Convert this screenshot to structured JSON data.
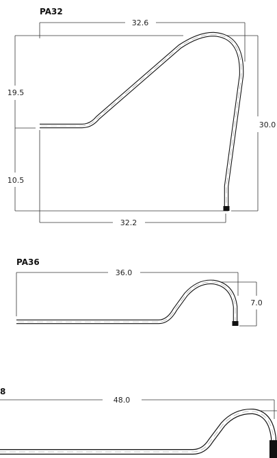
{
  "drawings": [
    {
      "title": "PA32",
      "dims": {
        "top_width": "32.6",
        "left_upper": "19.5",
        "left_lower": "10.5",
        "right_height": "30.0",
        "bottom_width": "32.2"
      }
    },
    {
      "title": "PA36",
      "dims": {
        "top_width": "36.0",
        "right_height": "7.0"
      }
    },
    {
      "title": "8",
      "dims": {
        "top_width": "48.0"
      }
    }
  ]
}
